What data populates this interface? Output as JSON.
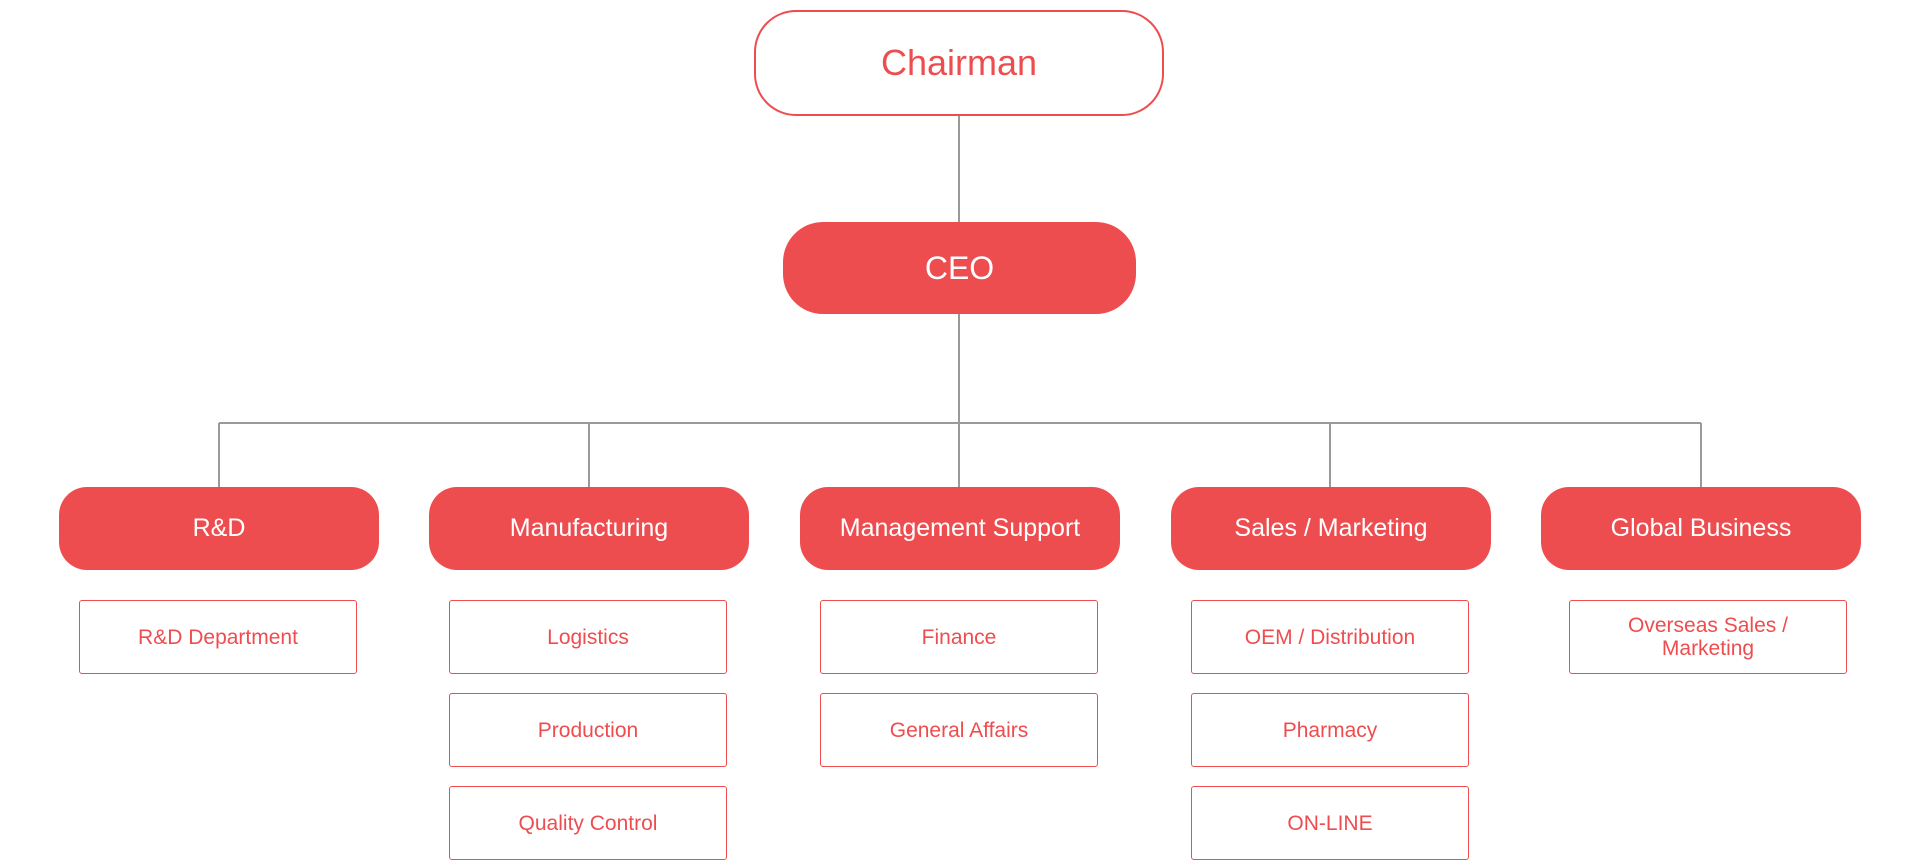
{
  "colors": {
    "accent": "#ee4d50",
    "connector": "#9a9a9a",
    "background": "#ffffff"
  },
  "chairman": {
    "label": "Chairman"
  },
  "ceo": {
    "label": "CEO"
  },
  "departments": [
    {
      "label": "R&D",
      "units": [
        "R&D Department"
      ]
    },
    {
      "label": "Manufacturing",
      "units": [
        "Logistics",
        "Production",
        "Quality Control"
      ]
    },
    {
      "label": "Management Support",
      "units": [
        "Finance",
        "General Affairs"
      ]
    },
    {
      "label": "Sales / Marketing",
      "units": [
        "OEM / Distribution",
        "Pharmacy",
        "ON-LINE"
      ]
    },
    {
      "label": "Global Business",
      "units": [
        "Overseas Sales / Marketing"
      ]
    }
  ]
}
